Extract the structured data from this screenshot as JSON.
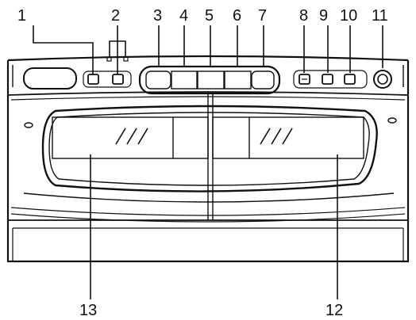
{
  "callouts": {
    "c1": "1",
    "c2": "2",
    "c3": "3",
    "c4": "4",
    "c5": "5",
    "c6": "6",
    "c7": "7",
    "c8": "8",
    "c9": "9",
    "c10": "10",
    "c11": "11",
    "c12": "12",
    "c13": "13"
  },
  "icons": {
    "window_hatch_left": "hatch-marks-icon",
    "window_hatch_right": "hatch-marks-icon",
    "power_knob": "knob-icon"
  },
  "colors": {
    "line": "#111111",
    "background": "#ffffff"
  }
}
